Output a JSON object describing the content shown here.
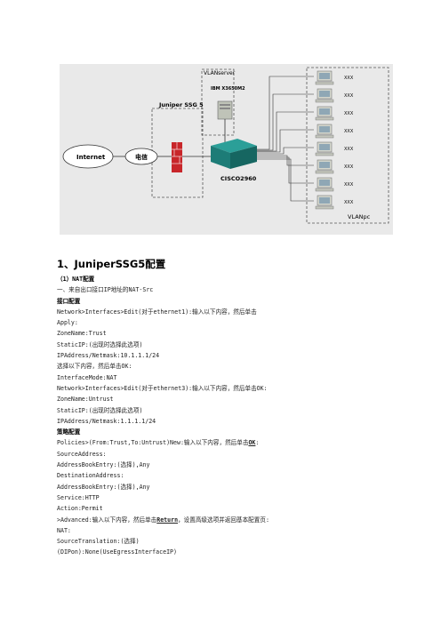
{
  "diagram": {
    "internet": "Internet",
    "telecom": "电信",
    "firewall": "Juniper SSG 5",
    "server_zone": "VLANserver",
    "server": "IBM X3650M2",
    "switch": "CISCO2960",
    "pc_zone": "VLANpc",
    "pc_labels": [
      "XXX",
      "XXX",
      "XXX",
      "XXX",
      "XXX",
      "XXX",
      "XXX",
      "XXX"
    ]
  },
  "doc": {
    "heading": "1、JuniperSSG5配置",
    "lines": [
      {
        "text": "（1）NAT配置",
        "bold": true
      },
      {
        "text": "一、来自出口接口IP地址的NAT-Src"
      },
      {
        "text": "接口配置",
        "bold": true
      },
      {
        "text": "Network>Interfaces>Edit(对于ethernet1):输入以下内容，然后单击"
      },
      {
        "text": "Apply:"
      },
      {
        "text": "ZoneName:Trust"
      },
      {
        "text": "StaticIP:(出现时选择此选项)"
      },
      {
        "text": "IPAddress/Netmask:10.1.1.1/24"
      },
      {
        "text": "选择以下内容，然后单击OK:"
      },
      {
        "text": "InterfaceMode:NAT"
      },
      {
        "text": "Network>Interfaces>Edit(对于ethernet3):输入以下内容，然后单击OK:"
      },
      {
        "text": "ZoneName:Untrust"
      },
      {
        "text": "StaticIP:(出现时选择此选项)"
      },
      {
        "text": "IPAddress/Netmask:1.1.1.1/24"
      },
      {
        "text": "策略配置",
        "bold": true
      },
      {
        "text": "Policies>(From:Trust,To:Untrust)New:输入以下内容，然后单击",
        "kw": "OK",
        "after": ":"
      },
      {
        "text": "SourceAddress:"
      },
      {
        "text": "AddressBookEntry:(选择),Any"
      },
      {
        "text": "DestinationAddress:"
      },
      {
        "text": "AddressBookEntry:(选择),Any"
      },
      {
        "text": "Service:HTTP"
      },
      {
        "text": "Action:Permit"
      },
      {
        "text": ">Advanced:输入以下内容，然后单击",
        "kw": "Return",
        "after": "，设置高级选项并返回基本配置页:"
      },
      {
        "text": "NAT:"
      },
      {
        "text": "SourceTranslation:(选择)"
      },
      {
        "text": "(DIPon):None(UseEgressInterfaceIP)"
      }
    ]
  }
}
